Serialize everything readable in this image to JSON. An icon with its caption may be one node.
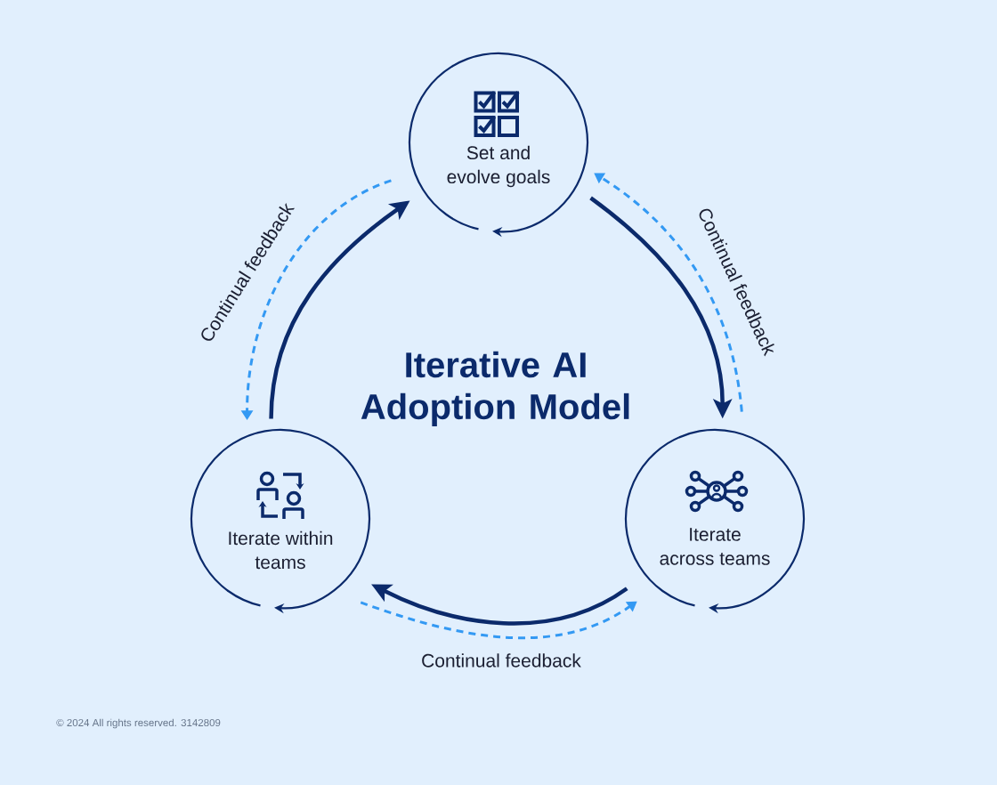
{
  "diagram": {
    "title": "Iterative AI Adoption Model",
    "nodes": [
      {
        "text": [
          "Set and evolve goals"
        ]
      },
      {
        "text": [
          "Iterate within teams"
        ]
      },
      {
        "text": [
          "Iterate across teams"
        ]
      }
    ],
    "edges": [
      {
        "from": 0,
        "to": 2,
        "arrow": "to"
      },
      {
        "from": 2,
        "to": 1,
        "arrow": "to"
      },
      {
        "from": 1,
        "to": 0,
        "arrow": "to"
      },
      {
        "from": 0,
        "to": 1,
        "arrow": "to",
        "label": "Continual feedback",
        "style": "dashed",
        "color": "#3399f3"
      },
      {
        "from": 2,
        "to": 0,
        "arrow": "to",
        "label": "Continual feedback",
        "style": "dashed",
        "color": "#3399f3"
      },
      {
        "from": 1,
        "to": 2,
        "arrow": "to",
        "label": "Continual feedback",
        "style": "dashed",
        "color": "#3399f3"
      }
    ],
    "labels": [
      "© 2024 All rights reserved. 3142809"
    ]
  }
}
